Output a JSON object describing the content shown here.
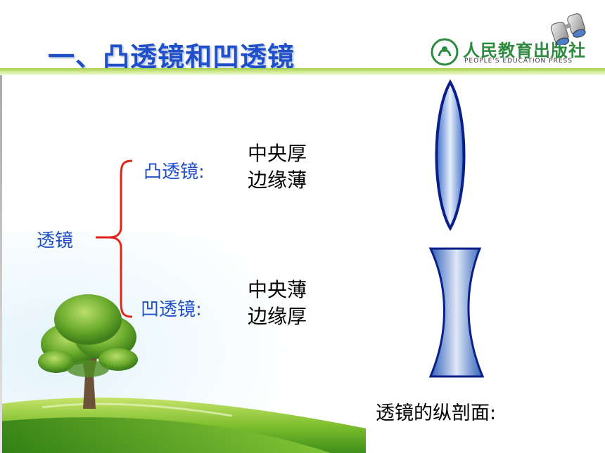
{
  "title": "一、凸透镜和凹透镜",
  "logo": {
    "chinese": "人民教育出版社",
    "english": "PEOPLE'S EDUCATION PRESS"
  },
  "diagram": {
    "root_label": "透镜",
    "branches": [
      {
        "label": "凸透镜:",
        "line1": "中央厚",
        "line2": "边缘薄"
      },
      {
        "label": "凹透镜:",
        "line1": "中央薄",
        "line2": "边缘厚"
      }
    ],
    "caption": "透镜的纵剖面:"
  },
  "colors": {
    "title_blue": "#1f4fc9",
    "brace_red": "#e2231a",
    "lens_outline": "#0b1f8a",
    "lens_fill": "#5f8fd8",
    "header_green": "#a6cf4e"
  }
}
